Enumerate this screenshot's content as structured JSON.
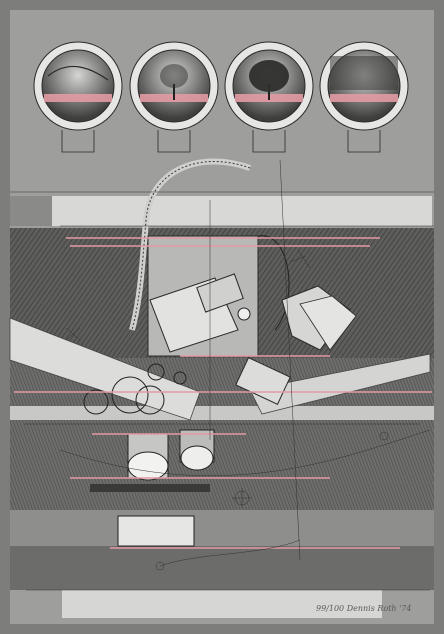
{
  "artwork": {
    "inscription": "99/100 Dennis Roth '74"
  },
  "colors": {
    "mat": "#7d7d7b",
    "paper": "#9e9e9c",
    "light_band": "#d8d8d6",
    "dark_texture": "#4a4a48",
    "pink_accent": "#e39aa4",
    "ink": "#2a2a2a"
  },
  "portholes": [
    {
      "scene": "storm-sky"
    },
    {
      "scene": "bare-tree"
    },
    {
      "scene": "full-tree"
    },
    {
      "scene": "dark-horizon"
    }
  ]
}
